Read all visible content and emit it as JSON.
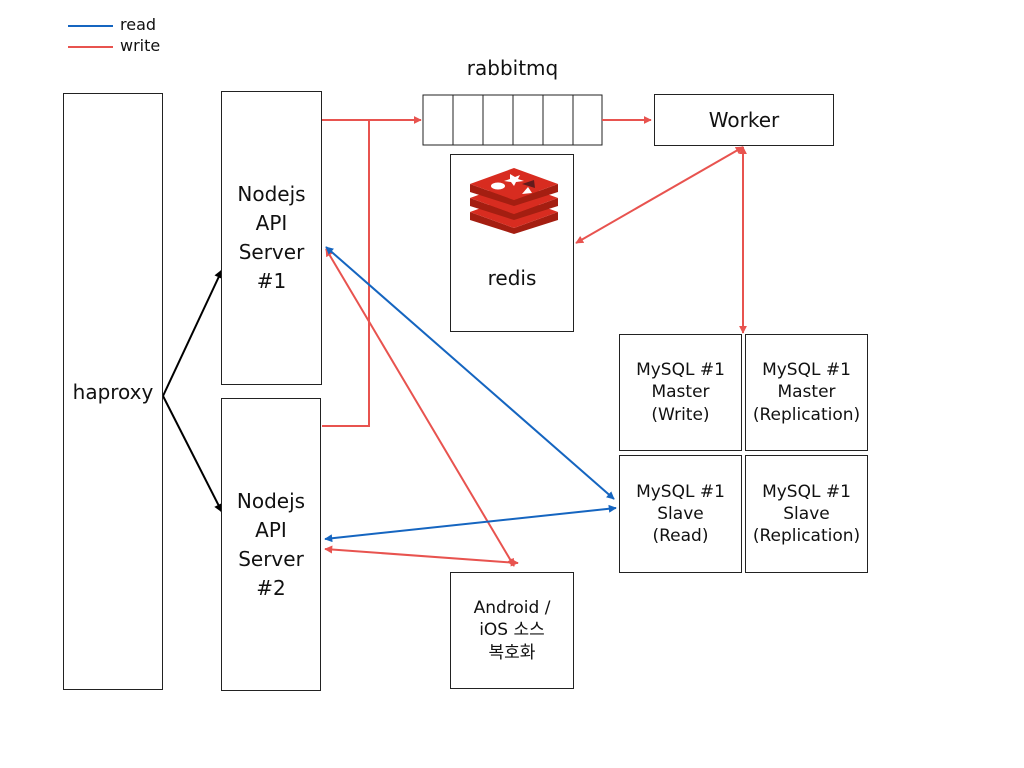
{
  "legend": {
    "read": "read",
    "write": "write"
  },
  "colors": {
    "read": "#1565c0",
    "write": "#e8534f",
    "neutral": "#000000",
    "redis_logo": "#d82c20"
  },
  "rabbitmq_label": "rabbitmq",
  "nodes": {
    "haproxy": "haproxy",
    "api1": "Nodejs\nAPI\nServer\n#1",
    "api2": "Nodejs\nAPI\nServer\n#2",
    "worker": "Worker",
    "redis": "redis",
    "mysql_master_write": "MySQL #1\nMaster\n(Write)",
    "mysql_master_replication": "MySQL #1\nMaster\n(Replication)",
    "mysql_slave_read": "MySQL #1\nSlave\n(Read)",
    "mysql_slave_replication": "MySQL #1\nSlave\n(Replication)",
    "android_ios": "Android /\niOS 소스\n복호화"
  },
  "icons": {
    "redis_logo": "redis-logo-icon"
  }
}
